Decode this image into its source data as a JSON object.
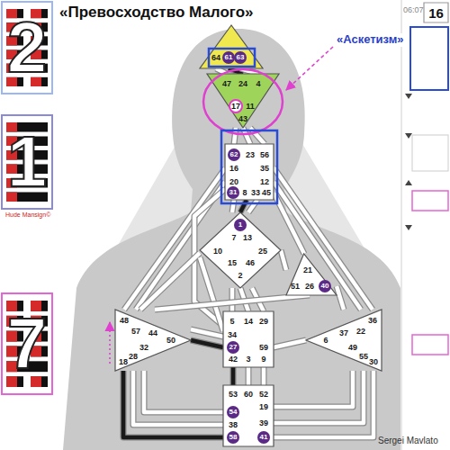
{
  "diagram": {
    "title": "«Превосходство Малого»",
    "nodes": [
      {
        "text": [
          "16"
        ]
      },
      {
        "text": [
          "64",
          "61",
          "63"
        ]
      },
      {
        "text": [
          "47",
          "24",
          "4",
          "17",
          "11",
          "43"
        ]
      },
      {
        "text": [
          "62",
          "23",
          "56",
          "16",
          "35",
          "20",
          "12",
          "31",
          "8",
          "33",
          "45"
        ]
      },
      {
        "text": [
          "1",
          "7",
          "13",
          "10",
          "25",
          "15",
          "46",
          "2"
        ]
      },
      {
        "text": [
          "21",
          "51",
          "26",
          "40"
        ]
      },
      {
        "text": [
          "48",
          "57",
          "44",
          "50",
          "32",
          "28",
          "18"
        ]
      },
      {
        "text": [
          "36",
          "22",
          "37",
          "6",
          "49",
          "55",
          "30"
        ]
      },
      {
        "text": [
          "5",
          "14",
          "29",
          "34",
          "27",
          "59",
          "42",
          "3",
          "9"
        ]
      },
      {
        "text": [
          "53",
          "60",
          "52",
          "54",
          "19",
          "38",
          "39",
          "58",
          "41"
        ]
      }
    ],
    "edges": [
      {
        "from": 1,
        "to": 2,
        "arrow": "none"
      },
      {
        "from": 1,
        "to": 2,
        "arrow": "none"
      },
      {
        "from": 1,
        "to": 2,
        "arrow": "none"
      },
      {
        "from": 2,
        "to": 3,
        "arrow": "none"
      },
      {
        "from": 2,
        "to": 3,
        "arrow": "none"
      },
      {
        "from": 2,
        "to": 3,
        "arrow": "none"
      },
      {
        "from": 3,
        "to": 4,
        "arrow": "none"
      },
      {
        "from": 3,
        "to": 4,
        "arrow": "none"
      },
      {
        "from": 3,
        "to": 4,
        "arrow": "none"
      },
      {
        "from": 3,
        "to": 6,
        "arrow": "none"
      },
      {
        "from": 3,
        "to": 6,
        "arrow": "none"
      },
      {
        "from": 3,
        "to": 8,
        "arrow": "none"
      },
      {
        "from": 3,
        "to": 5,
        "arrow": "none"
      },
      {
        "from": 3,
        "to": 7,
        "arrow": "none"
      },
      {
        "from": 3,
        "to": 7,
        "arrow": "none"
      },
      {
        "from": 4,
        "to": 5,
        "arrow": "none"
      },
      {
        "from": 4,
        "to": 8,
        "arrow": "none"
      },
      {
        "from": 4,
        "to": 8,
        "arrow": "none"
      },
      {
        "from": 4,
        "to": 8,
        "arrow": "none"
      },
      {
        "from": 4,
        "to": 6,
        "arrow": "none"
      },
      {
        "from": 4,
        "to": 8,
        "arrow": "none"
      },
      {
        "from": 5,
        "to": 6,
        "arrow": "none"
      },
      {
        "from": 5,
        "to": 7,
        "arrow": "none"
      },
      {
        "from": 8,
        "to": 6,
        "arrow": "none"
      },
      {
        "from": 8,
        "to": 6,
        "arrow": "none"
      },
      {
        "from": 8,
        "to": 7,
        "arrow": "none"
      },
      {
        "from": 8,
        "to": 9,
        "arrow": "none"
      },
      {
        "from": 8,
        "to": 9,
        "arrow": "none"
      },
      {
        "from": 8,
        "to": 9,
        "arrow": "none"
      },
      {
        "from": 6,
        "to": 9,
        "arrow": "none"
      },
      {
        "from": 6,
        "to": 9,
        "arrow": "none"
      },
      {
        "from": 6,
        "to": 9,
        "arrow": "none"
      },
      {
        "from": 7,
        "to": 9,
        "arrow": "none"
      },
      {
        "from": 7,
        "to": 9,
        "arrow": "none"
      },
      {
        "from": 7,
        "to": 9,
        "arrow": "none"
      }
    ],
    "labels": [
      "2",
      "06:07",
      "«Аскетизм»",
      "1",
      "Hude Mansign©",
      "7",
      "Sergei Mavlato"
    ]
  }
}
